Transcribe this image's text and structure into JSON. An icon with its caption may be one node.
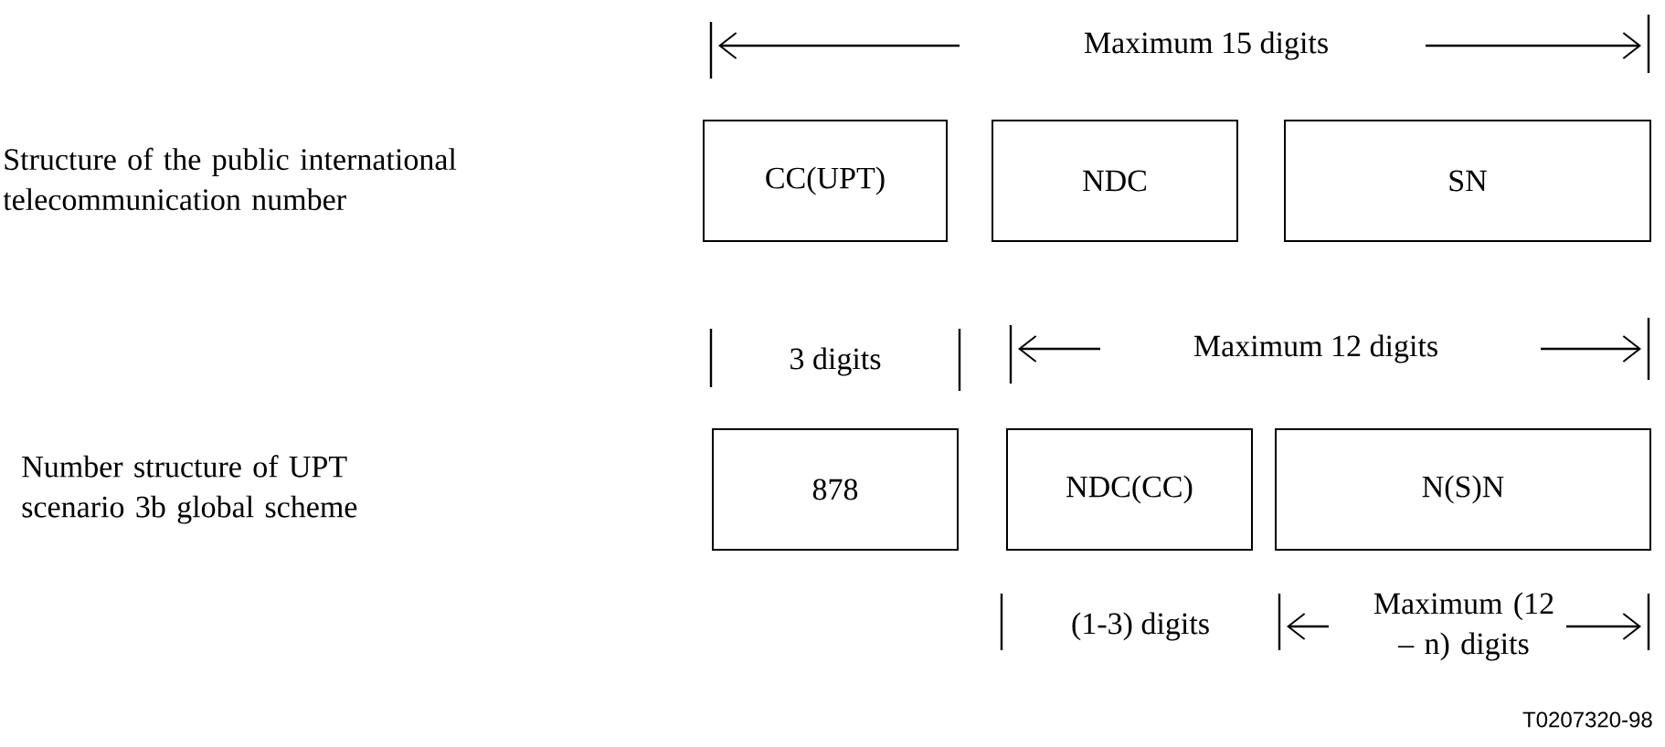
{
  "diagram": {
    "nodes": [
      {
        "text": [
          "CC(UPT)"
        ]
      },
      {
        "text": [
          "NDC"
        ]
      },
      {
        "text": [
          "SN"
        ]
      },
      {
        "text": [
          "878"
        ]
      },
      {
        "text": [
          "NDC(CC)"
        ]
      },
      {
        "text": [
          "N(S)N"
        ]
      }
    ],
    "labels": [
      "Maximum 15 digits",
      "Structure of the public international telecommunication number",
      "3 digits",
      "Maximum 12 digits",
      "Number structure of UPT scenario 3b global scheme",
      "(1-3) digits",
      "Maximum (12 – n) digits",
      "T0207320-98"
    ]
  }
}
